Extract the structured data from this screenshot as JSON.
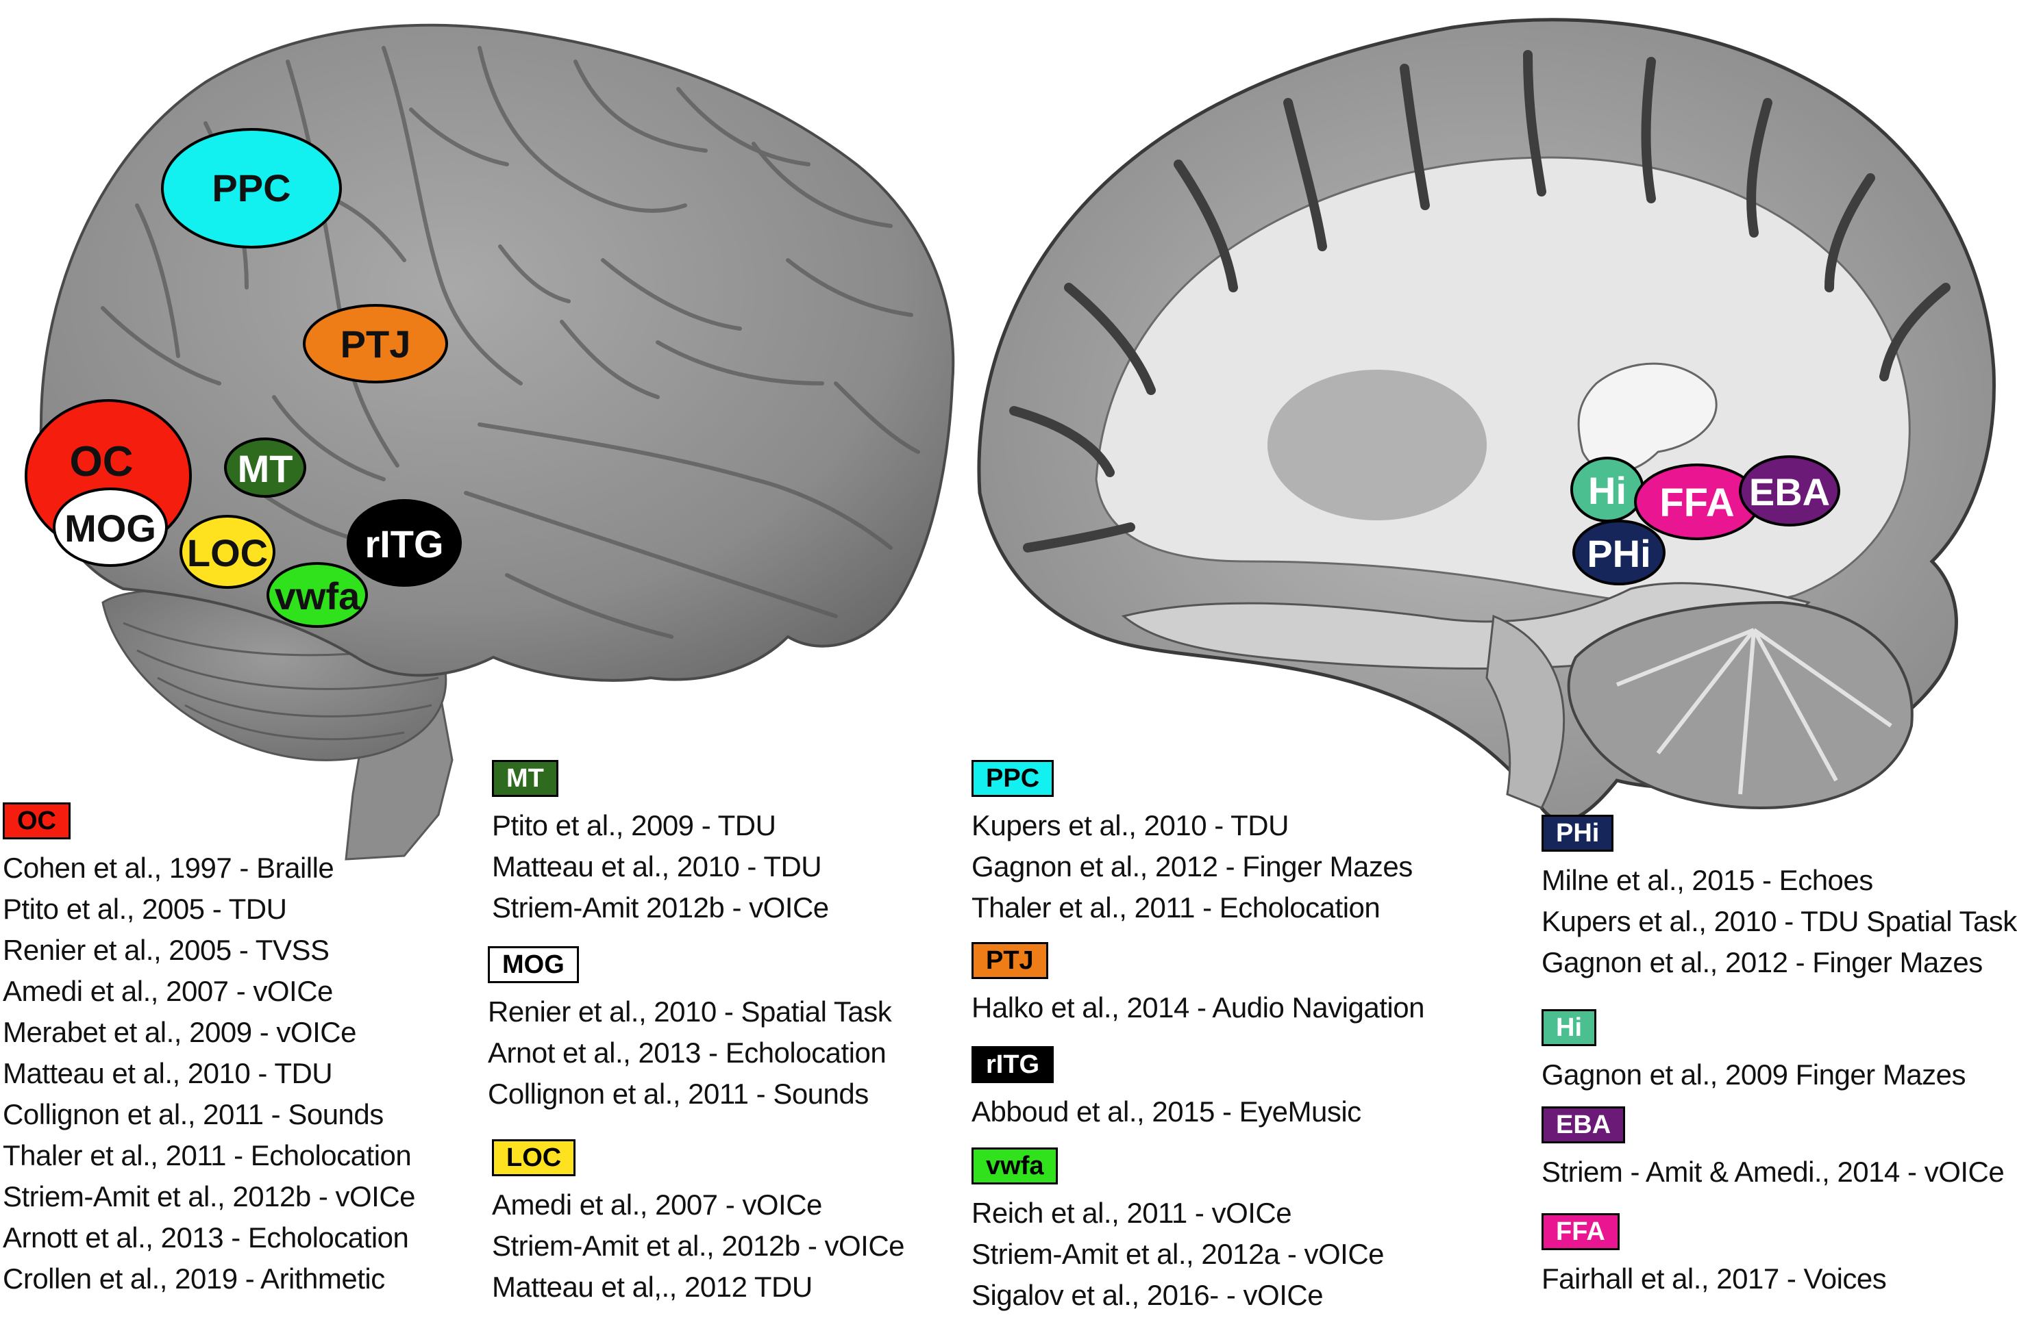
{
  "colors": {
    "OC": "#f51d0d",
    "MOG": "#ffffff",
    "MT": "#2f6b1e",
    "LOC": "#ffe21f",
    "vwfa": "#2fe21b",
    "rITG": "#000000",
    "PPC": "#12f0f0",
    "PTJ": "#ee7c17",
    "Hi": "#4bbf8f",
    "PHi": "#17265a",
    "FFA": "#ea1590",
    "EBA": "#6b1a78"
  },
  "brain_rois": {
    "PPC": "PPC",
    "PTJ": "PTJ",
    "OC": "OC",
    "MOG": "MOG",
    "MT": "MT",
    "LOC": "LOC",
    "rITG": "rITG",
    "vwfa": "vwfa"
  },
  "sagittal_rois": {
    "Hi": "Hi",
    "PHi": "PHi",
    "FFA": "FFA",
    "EBA": "EBA"
  },
  "legend": {
    "oc": {
      "label": "OC",
      "refs": [
        "Cohen et al., 1997 - Braille",
        "Ptito et al., 2005 - TDU",
        "Renier et al., 2005 - TVSS",
        "Amedi et al., 2007   - vOICe",
        "Merabet et al., 2009 - vOICe",
        "Matteau et al., 2010 - TDU",
        "Collignon et al., 2011 - Sounds",
        "Thaler et al., 2011 - Echolocation",
        "Striem-Amit et al., 2012b - vOICe",
        "Arnott et al., 2013 - Echolocation",
        "Crollen et al., 2019 - Arithmetic"
      ]
    },
    "mt": {
      "label": "MT",
      "refs": [
        "Ptito et al., 2009 - TDU",
        "Matteau et al., 2010 - TDU",
        "Striem-Amit 2012b - vOICe"
      ]
    },
    "mog": {
      "label": "MOG",
      "refs": [
        "Renier et al., 2010 - Spatial Task",
        "Arnot et al., 2013 - Echolocation",
        "Collignon et al., 2011 - Sounds"
      ]
    },
    "loc": {
      "label": "LOC",
      "refs": [
        "Amedi et al., 2007 - vOICe",
        "Striem-Amit et al., 2012b - vOICe",
        "Matteau et al,., 2012 TDU"
      ]
    },
    "ppc": {
      "label": "PPC",
      "refs": [
        "Kupers et al., 2010 - TDU",
        "Gagnon et al., 2012 - Finger Mazes",
        "Thaler et al., 2011 - Echolocation"
      ]
    },
    "ptj": {
      "label": "PTJ",
      "refs": [
        "Halko et al., 2014 - Audio Navigation"
      ]
    },
    "ritg": {
      "label": "rITG",
      "refs": [
        "Abboud et al., 2015 - EyeMusic"
      ]
    },
    "vwfa": {
      "label": "vwfa",
      "refs": [
        "Reich et al., 2011  - vOICe",
        "Striem-Amit et al., 2012a  - vOICe",
        "Sigalov et al., 2016-  - vOICe"
      ]
    },
    "phi": {
      "label": "PHi",
      "refs": [
        "Milne et al., 2015 - Echoes",
        "Kupers et al., 2010 - TDU Spatial Task",
        "Gagnon et al., 2012 - Finger Mazes"
      ]
    },
    "hi": {
      "label": "Hi",
      "refs": [
        "Gagnon et al., 2009 Finger Mazes"
      ]
    },
    "eba": {
      "label": "EBA",
      "refs": [
        "Striem - Amit & Amedi., 2014 - vOICe"
      ]
    },
    "ffa": {
      "label": "FFA",
      "refs": [
        "Fairhall et al., 2017 - Voices"
      ]
    }
  }
}
